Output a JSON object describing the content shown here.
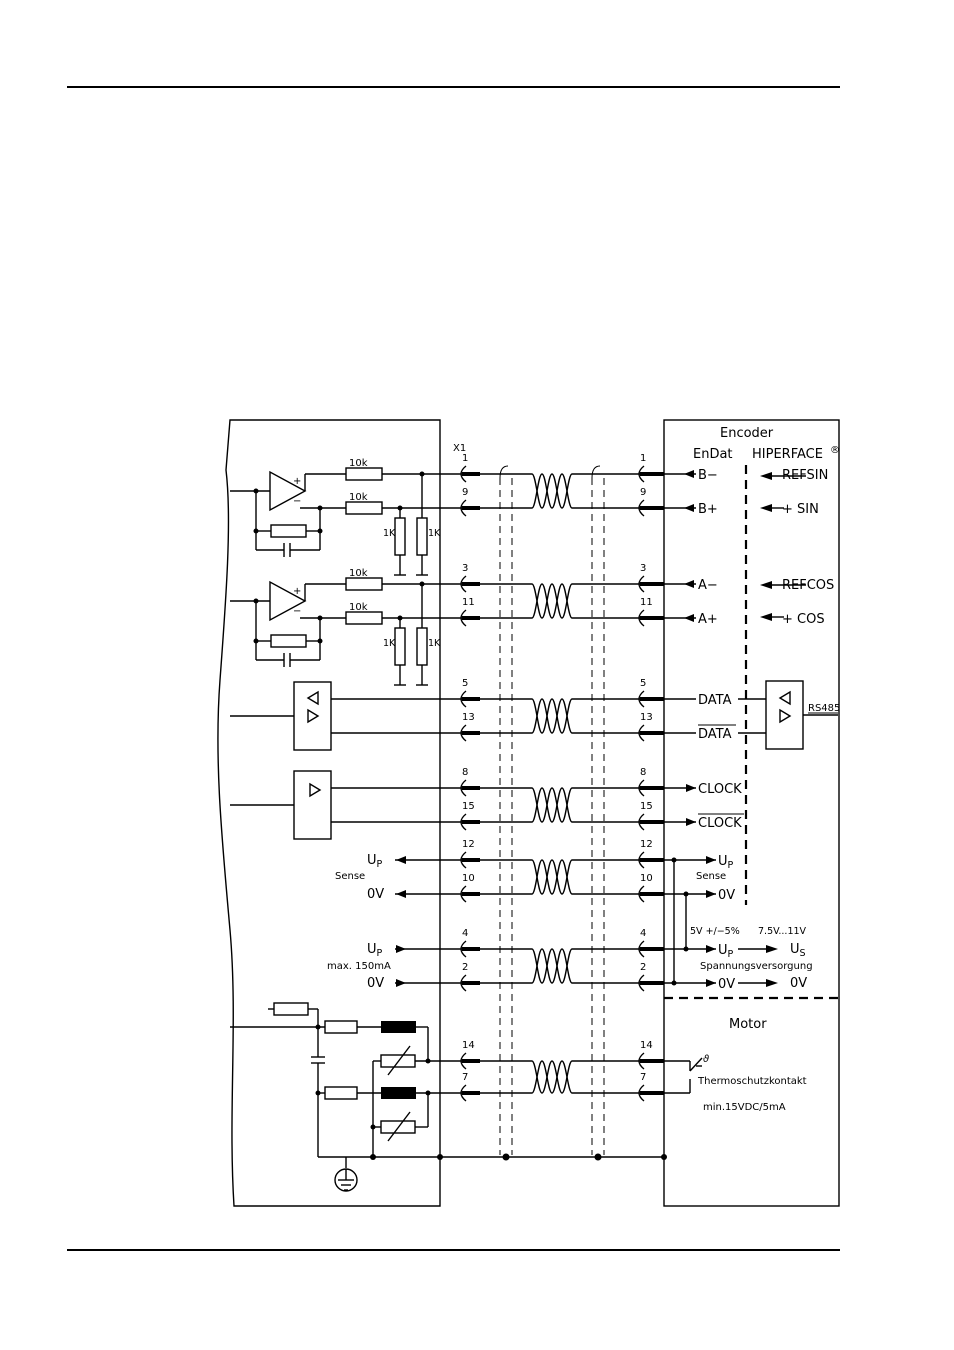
{
  "x1_label": "X1",
  "encoder_title": "Encoder",
  "col_endat": "EnDat",
  "col_hiperface": "HIPERFACE",
  "registered_mark": "®",
  "resistor_10k": "10k",
  "resistor_1k": "1K",
  "pins": [
    {
      "left": "1",
      "right": "1",
      "label": "B−",
      "hiper": "REFSIN"
    },
    {
      "left": "9",
      "right": "9",
      "label": "B+",
      "hiper": "+  SIN"
    },
    {
      "left": "3",
      "right": "3",
      "label": "A−",
      "hiper": "REFCOS"
    },
    {
      "left": "11",
      "right": "11",
      "label": "A+",
      "hiper": "+  COS"
    },
    {
      "left": "5",
      "right": "5",
      "label": "DATA",
      "hiper": ""
    },
    {
      "left": "13",
      "right": "13",
      "label": "DATA",
      "hiper": ""
    },
    {
      "left": "8",
      "right": "8",
      "label": "CLOCK",
      "hiper": ""
    },
    {
      "left": "15",
      "right": "15",
      "label": "CLOCK",
      "hiper": ""
    },
    {
      "left": "12",
      "right": "12",
      "label": "U",
      "hiper": ""
    },
    {
      "left": "10",
      "right": "10",
      "label": "0V",
      "hiper": ""
    },
    {
      "left": "4",
      "right": "4",
      "label": "U",
      "hiper": "U"
    },
    {
      "left": "2",
      "right": "2",
      "label": "0V",
      "hiper": "0V"
    },
    {
      "left": "14",
      "right": "14",
      "label": "",
      "hiper": ""
    },
    {
      "left": "7",
      "right": "7",
      "label": "",
      "hiper": ""
    }
  ],
  "left_labels": {
    "up": "U",
    "sub_p": "P",
    "sense": "Sense",
    "ov": "0V",
    "max": "max. 150mA"
  },
  "right_labels": {
    "sense": "Sense",
    "tol": "5V +/−5%",
    "range": "7.5V...11V",
    "sub_s": "S",
    "supply": "Spannungsversorgung",
    "rs485": "RS485",
    "motor": "Motor",
    "thermo": "Thermoschutzkontakt",
    "thermo_rating": "min.15VDC/5mA",
    "theta": "ϑ"
  }
}
